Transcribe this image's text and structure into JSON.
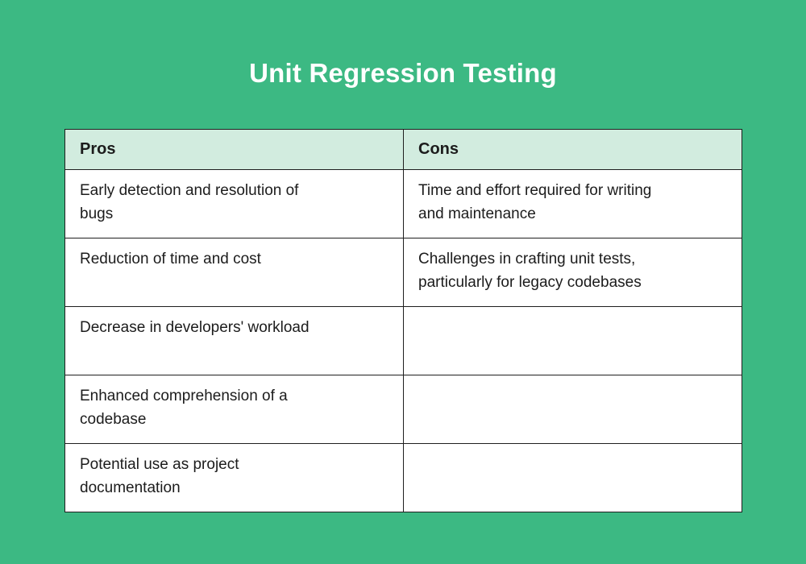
{
  "title": "Unit Regression Testing",
  "colors": {
    "background": "#3cb983",
    "header_bg": "#d2ecdf",
    "border": "#1f1f1f",
    "cell_bg": "#ffffff",
    "title_color": "#ffffff",
    "text": "#1c1c1c"
  },
  "table": {
    "columns": [
      "Pros",
      "Cons"
    ],
    "rows": [
      [
        "Early detection and resolution of\nbugs",
        "Time and effort required for writing\nand maintenance"
      ],
      [
        "Reduction of time and cost",
        "Challenges in crafting unit tests,\nparticularly for legacy codebases"
      ],
      [
        "Decrease in developers' workload",
        ""
      ],
      [
        "Enhanced comprehension of a\ncodebase",
        ""
      ],
      [
        "Potential use as project\ndocumentation",
        ""
      ]
    ]
  }
}
